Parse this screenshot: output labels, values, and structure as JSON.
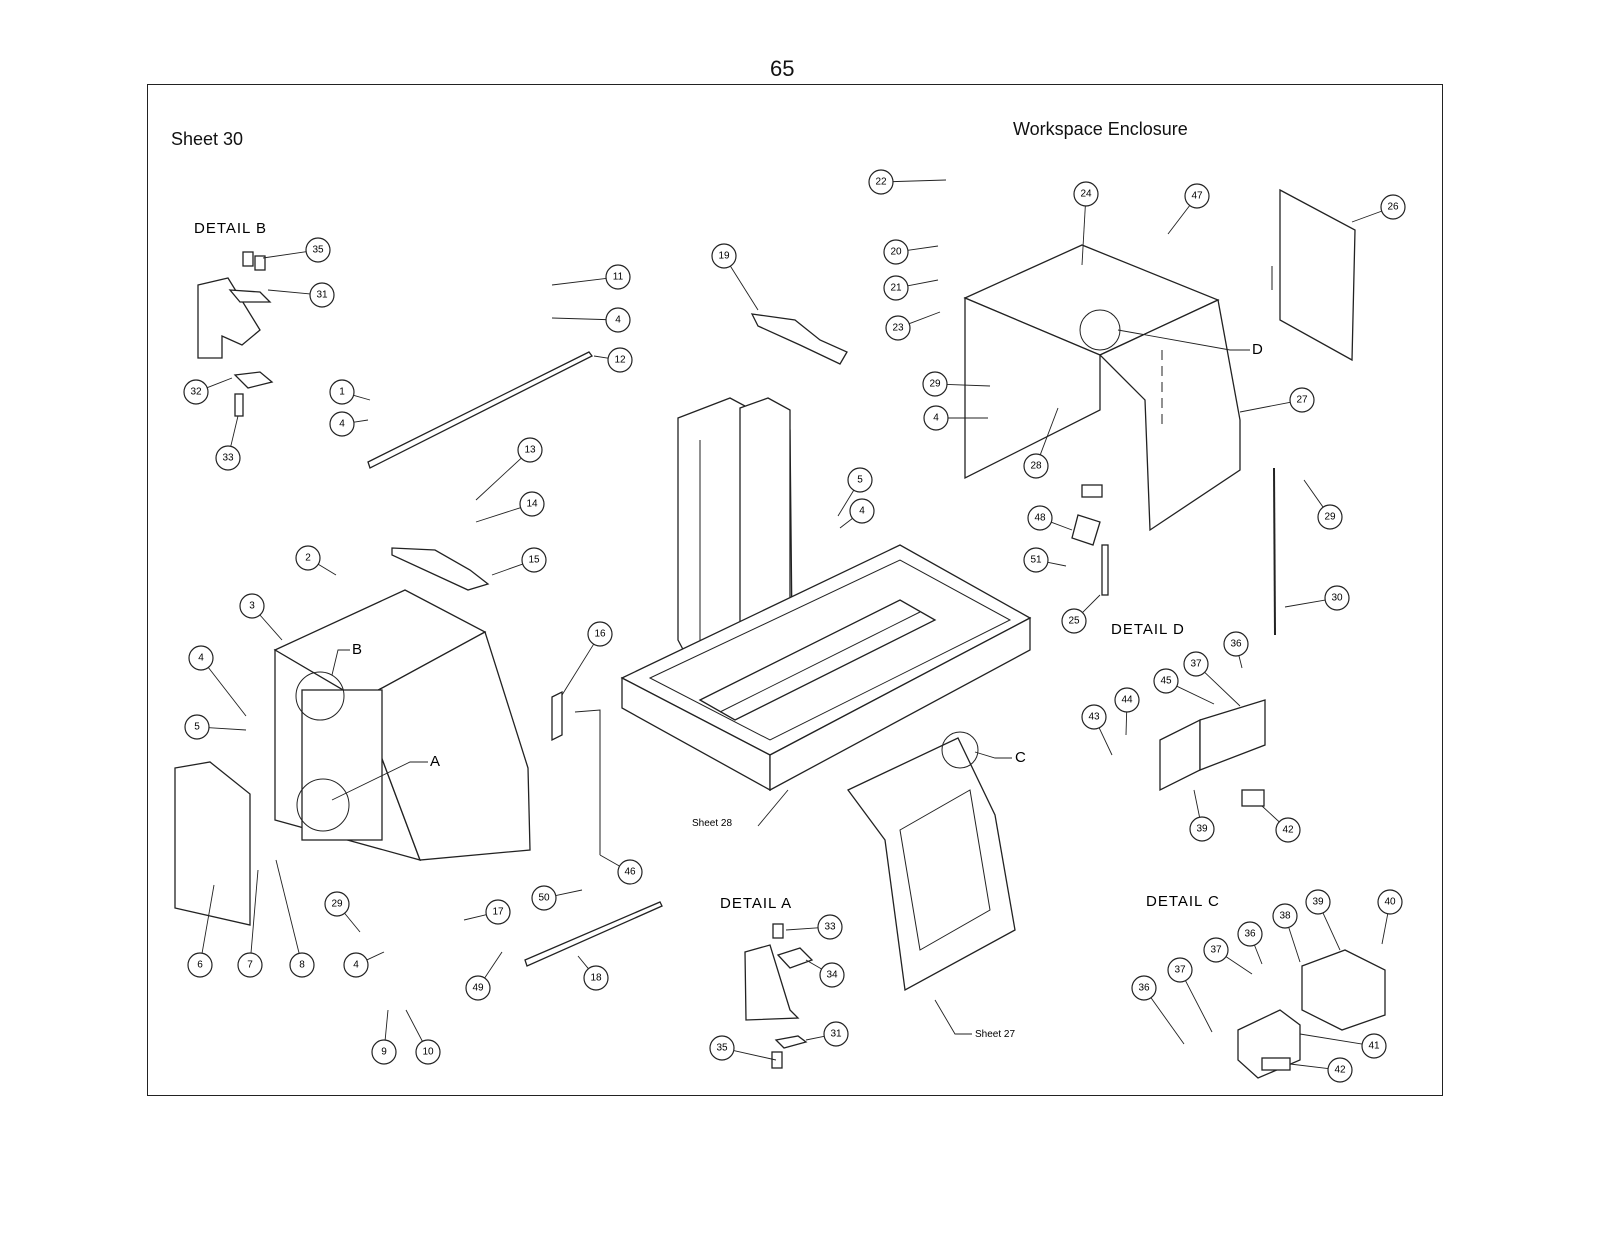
{
  "page_number": "65",
  "sheet_label": "Sheet 30",
  "title": "Workspace Enclosure",
  "detail_labels": {
    "a": "DETAIL A",
    "b": "DETAIL B",
    "c": "DETAIL C",
    "d": "DETAIL D"
  },
  "detail_markers": {
    "a": "A",
    "b": "B",
    "c": "C",
    "d": "D"
  },
  "sheet_refs": {
    "sheet_27": "Sheet 27",
    "sheet_28": "Sheet 28"
  },
  "callouts": [
    "35",
    "31",
    "32",
    "33",
    "11",
    "4",
    "12",
    "1",
    "4",
    "13",
    "14",
    "15",
    "2",
    "3",
    "4",
    "5",
    "6",
    "7",
    "8",
    "29",
    "4",
    "9",
    "10",
    "17",
    "49",
    "50",
    "18",
    "16",
    "46",
    "19",
    "22",
    "20",
    "21",
    "23",
    "24",
    "47",
    "26",
    "29",
    "4",
    "28",
    "27",
    "29",
    "48",
    "51",
    "25",
    "30",
    "5",
    "4",
    "36",
    "37",
    "45",
    "44",
    "43",
    "39",
    "42",
    "33",
    "34",
    "31",
    "35",
    "36",
    "37",
    "38",
    "39",
    "40",
    "36",
    "37",
    "41",
    "42"
  ]
}
